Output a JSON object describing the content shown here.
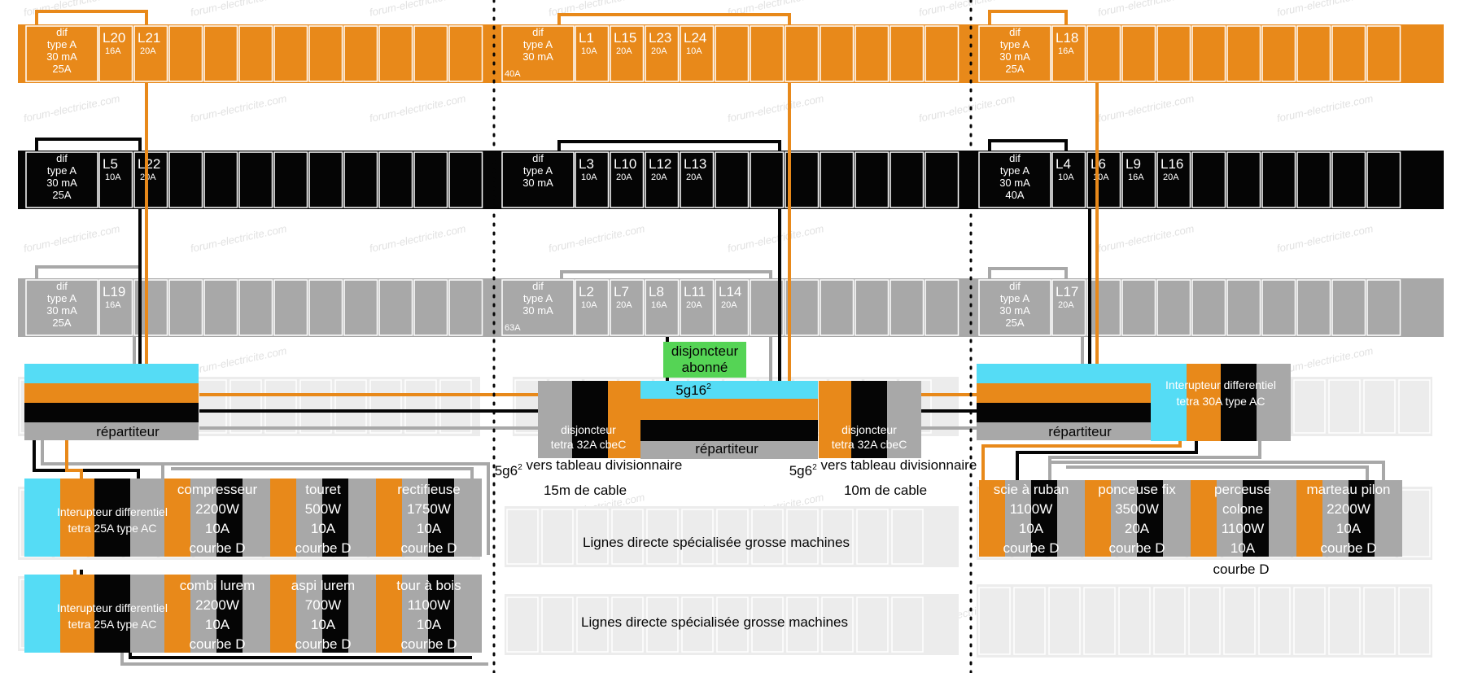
{
  "colors": {
    "orange": "#e8891a",
    "black": "#050505",
    "gray": "#a8a8a8",
    "cyan": "#55dcf5",
    "green": "#55d455",
    "pale": "#ececec",
    "white": "#ffffff"
  },
  "watermark": "forum-electricite.com",
  "rows": [
    {
      "color": "orange",
      "sections": [
        {
          "dif": {
            "lines": [
              "dif",
              "type A",
              "30 mA",
              "25A"
            ],
            "corner": ""
          },
          "breakers": [
            {
              "name": "L20",
              "rating": "16A"
            },
            {
              "name": "L21",
              "rating": "20A"
            }
          ]
        },
        {
          "dif": {
            "lines": [
              "dif",
              "type A",
              "30 mA"
            ],
            "corner": "40A"
          },
          "breakers": [
            {
              "name": "L1",
              "rating": "10A"
            },
            {
              "name": "L15",
              "rating": "20A"
            },
            {
              "name": "L23",
              "rating": "20A"
            },
            {
              "name": "L24",
              "rating": "10A"
            }
          ]
        },
        {
          "dif": {
            "lines": [
              "dif",
              "type A",
              "30 mA",
              "25A"
            ],
            "corner": ""
          },
          "breakers": [
            {
              "name": "L18",
              "rating": "16A"
            }
          ]
        }
      ]
    },
    {
      "color": "black",
      "sections": [
        {
          "dif": {
            "lines": [
              "dif",
              "type A",
              "30 mA",
              "25A"
            ],
            "corner": ""
          },
          "breakers": [
            {
              "name": "L5",
              "rating": "10A"
            },
            {
              "name": "L22",
              "rating": "20A"
            }
          ]
        },
        {
          "dif": {
            "lines": [
              "dif",
              "type A",
              "30 mA"
            ],
            "corner": ""
          },
          "breakers": [
            {
              "name": "L3",
              "rating": "10A"
            },
            {
              "name": "L10",
              "rating": "20A"
            },
            {
              "name": "L12",
              "rating": "20A"
            },
            {
              "name": "L13",
              "rating": "20A"
            }
          ]
        },
        {
          "dif": {
            "lines": [
              "dif",
              "type A",
              "30 mA",
              "40A"
            ],
            "corner": ""
          },
          "breakers": [
            {
              "name": "L4",
              "rating": "10A"
            },
            {
              "name": "L6",
              "rating": "10A"
            },
            {
              "name": "L9",
              "rating": "16A"
            },
            {
              "name": "L16",
              "rating": "20A"
            }
          ]
        }
      ]
    },
    {
      "color": "gray",
      "sections": [
        {
          "dif": {
            "lines": [
              "dif",
              "type A",
              "30 mA",
              "25A"
            ],
            "corner": ""
          },
          "breakers": [
            {
              "name": "L19",
              "rating": "16A"
            }
          ]
        },
        {
          "dif": {
            "lines": [
              "dif",
              "type A",
              "30 mA"
            ],
            "corner": "63A"
          },
          "breakers": [
            {
              "name": "L2",
              "rating": "10A"
            },
            {
              "name": "L7",
              "rating": "20A"
            },
            {
              "name": "L8",
              "rating": "16A"
            },
            {
              "name": "L11",
              "rating": "20A"
            },
            {
              "name": "L14",
              "rating": "20A"
            }
          ]
        },
        {
          "dif": {
            "lines": [
              "dif",
              "type A",
              "30 mA",
              "25A"
            ],
            "corner": ""
          },
          "breakers": [
            {
              "name": "L17",
              "rating": "20A"
            }
          ]
        }
      ]
    }
  ],
  "labels": {
    "repartiteur": "répartiteur",
    "disjoncteur_abonne": [
      "disjoncteur",
      "abonné"
    ],
    "cable_main": "5g16²",
    "disjoncteur_tetra": [
      "disjoncteur",
      "tetra 32A cbeC"
    ],
    "cable_left": [
      "5g6² vers tableau divisionnaire",
      "15m de cable"
    ],
    "cable_right": [
      "5g6² vers tableau divisionnaire",
      "10m de cable"
    ],
    "interrupteur_left": [
      "Interupteur differentiel",
      "tetra 25A type AC"
    ],
    "interrupteur_right": [
      "Interupteur differentiel",
      "tetra 30A type AC"
    ],
    "lignes_directes": "Lignes directe spécialisée grosse machines",
    "courbe_d_extra": "courbe D"
  },
  "machines": {
    "left_row1": [
      {
        "lines": [
          "compresseur",
          "2200W",
          "10A",
          "courbe D"
        ]
      },
      {
        "lines": [
          "touret",
          "500W",
          "10A",
          "courbe D"
        ]
      },
      {
        "lines": [
          "rectifieuse",
          "1750W",
          "10A",
          "courbe D"
        ]
      }
    ],
    "left_row2": [
      {
        "lines": [
          "combi lurem",
          "2200W",
          "10A",
          "courbe D"
        ]
      },
      {
        "lines": [
          "aspi lurem",
          "700W",
          "10A",
          "courbe D"
        ]
      },
      {
        "lines": [
          "tour à bois",
          "1100W",
          "10A",
          "courbe D"
        ]
      }
    ],
    "right_row1": [
      {
        "lines": [
          "scie à ruban",
          "1100W",
          "10A",
          "courbe D"
        ]
      },
      {
        "lines": [
          "ponceuse fix",
          "3500W",
          "20A",
          "courbe D"
        ]
      },
      {
        "lines": [
          "perceuse",
          "colone",
          "1100W",
          "10A"
        ]
      },
      {
        "lines": [
          "marteau pilon",
          "2200W",
          "10A",
          "courbe D"
        ]
      }
    ]
  }
}
